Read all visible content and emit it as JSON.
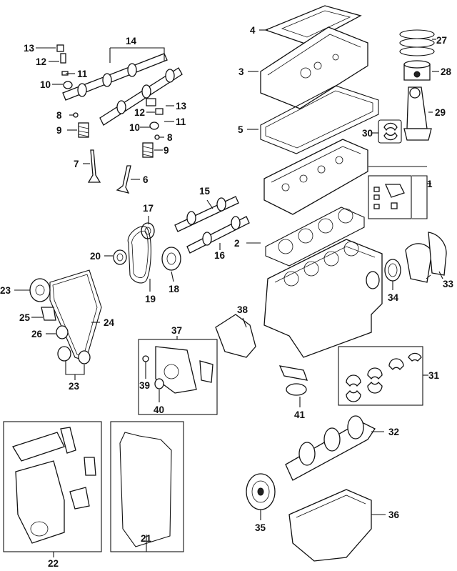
{
  "callouts": {
    "c1": "1",
    "c2": "2",
    "c3": "3",
    "c4": "4",
    "c5": "5",
    "c6": "6",
    "c7": "7",
    "c8a": "8",
    "c8b": "8",
    "c9a": "9",
    "c9b": "9",
    "c10a": "10",
    "c10b": "10",
    "c11a": "11",
    "c11b": "11",
    "c12a": "12",
    "c12b": "12",
    "c13a": "13",
    "c13b": "13",
    "c14": "14",
    "c15": "15",
    "c16": "16",
    "c17": "17",
    "c18": "18",
    "c19": "19",
    "c20": "20",
    "c21": "21",
    "c22": "22",
    "c23a": "23",
    "c23b": "23",
    "c24": "24",
    "c25": "25",
    "c26": "26",
    "c27": "27",
    "c28": "28",
    "c29": "29",
    "c30": "30",
    "c31": "31",
    "c32": "32",
    "c33": "33",
    "c34": "34",
    "c35": "35",
    "c36": "36",
    "c37": "37",
    "c38": "38",
    "c39": "39",
    "c40": "40",
    "c41": "41"
  }
}
